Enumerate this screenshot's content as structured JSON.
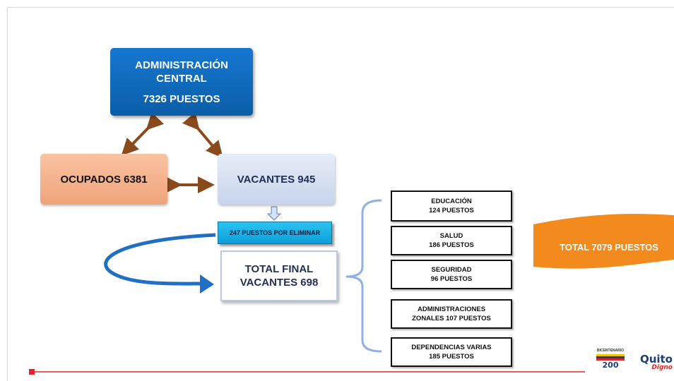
{
  "admin": {
    "line1": "ADMINISTRACIÓN",
    "line2": "CENTRAL",
    "line3": "7326 PUESTOS"
  },
  "ocupados": {
    "label": "OCUPADOS 6381"
  },
  "vacantes": {
    "label": "VACANTES 945"
  },
  "eliminar": {
    "label": "247 PUESTOS POR ELIMINAR"
  },
  "total_final": {
    "line1": "TOTAL FINAL",
    "line2": "VACANTES 698"
  },
  "departments": [
    {
      "name": "EDUCACIÓN",
      "count": "124 PUESTOS"
    },
    {
      "name": "SALUD",
      "count": "186 PUESTOS"
    },
    {
      "name": "SEGURIDAD",
      "count": "96 PUESTOS"
    },
    {
      "name": "ADMINISTRACIONES",
      "count": "ZONALES 107 PUESTOS"
    },
    {
      "name": "DEPENDENCIAS VARIAS",
      "count": "185 PUESTOS"
    }
  ],
  "total": {
    "label": "TOTAL 7079 PUESTOS"
  },
  "logos": {
    "bicentenario": "BICENTENARIO",
    "quito": "Quito",
    "digno": "Digno"
  },
  "colors": {
    "admin_blue": "#0b5ea8",
    "ocupados_orange": "#f0a37a",
    "vacantes_blue": "#c7d4ec",
    "eliminar_cyan": "#0e9fd9",
    "total_orange": "#f28a1e",
    "connector_brown": "#8b4a1c",
    "footer_red": "#e0262b"
  }
}
